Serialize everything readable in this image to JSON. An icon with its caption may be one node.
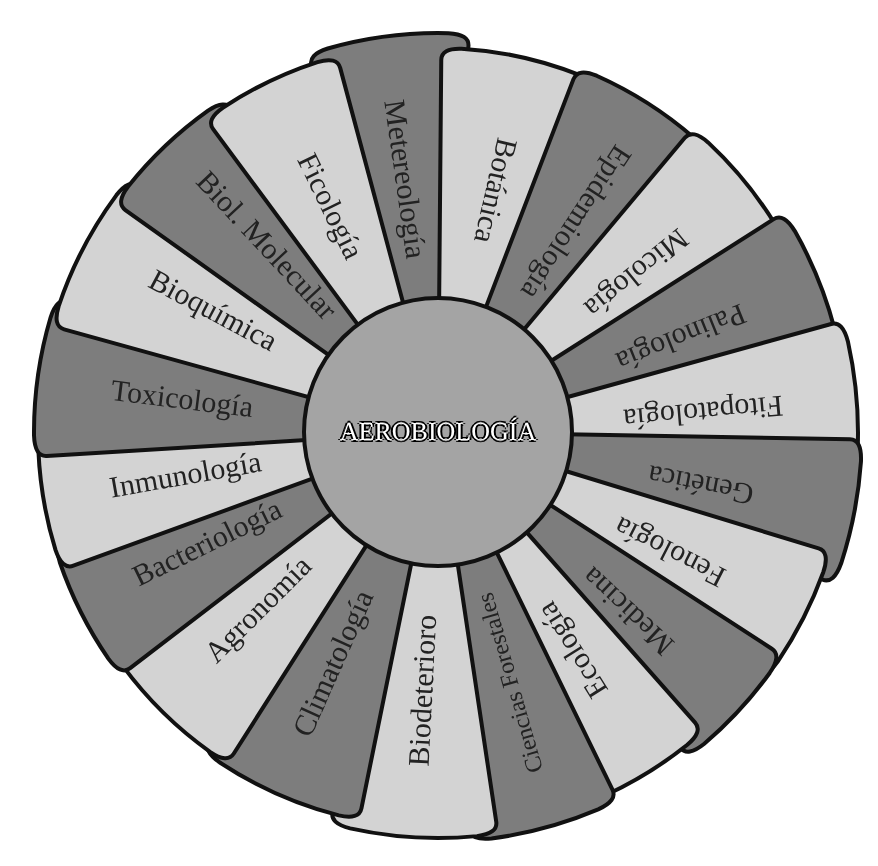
{
  "diagram": {
    "nodes": [
      {
        "text": [
          "AEROBIOLOGÍA"
        ]
      },
      {
        "text": [
          "Metereología"
        ]
      },
      {
        "text": [
          "Botánica"
        ]
      },
      {
        "text": [
          "Epidemiología"
        ]
      },
      {
        "text": [
          "Micología"
        ]
      },
      {
        "text": [
          "Palinología"
        ]
      },
      {
        "text": [
          "Fitopatología"
        ]
      },
      {
        "text": [
          "Genética"
        ]
      },
      {
        "text": [
          "Fenología"
        ]
      },
      {
        "text": [
          "Medicina"
        ]
      },
      {
        "text": [
          "Ecología"
        ]
      },
      {
        "text": [
          "Ciencias Forestales"
        ]
      },
      {
        "text": [
          "Biodeterioro"
        ]
      },
      {
        "text": [
          "Climatología"
        ]
      },
      {
        "text": [
          "Agronomía"
        ]
      },
      {
        "text": [
          "Bacteriología"
        ]
      },
      {
        "text": [
          "Inmunología"
        ]
      },
      {
        "text": [
          "Toxicología"
        ]
      },
      {
        "text": [
          "Bioquímica"
        ]
      },
      {
        "text": [
          "Biol. Molecular"
        ]
      },
      {
        "text": [
          "Ficología"
        ]
      }
    ]
  }
}
